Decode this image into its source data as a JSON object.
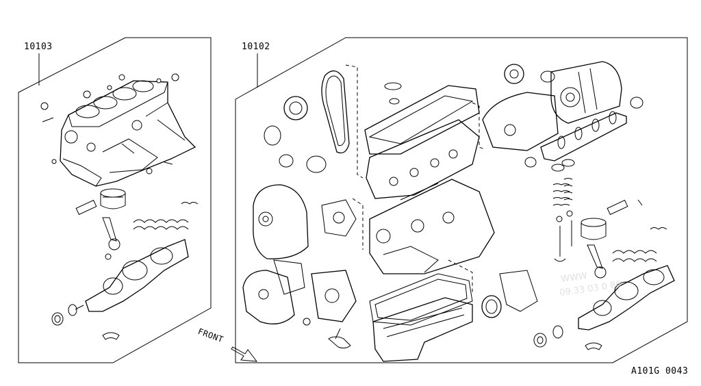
{
  "labels": {
    "left_part_number": "10103",
    "right_part_number": "10102",
    "front_direction": "FRONT",
    "diagram_code": "A101G 0043"
  },
  "watermark": {
    "line1": "WWW",
    "line2": "09.33 03 0 86"
  },
  "colors": {
    "line": "#000000",
    "background": "#ffffff",
    "watermark": "#c8c8c8"
  }
}
